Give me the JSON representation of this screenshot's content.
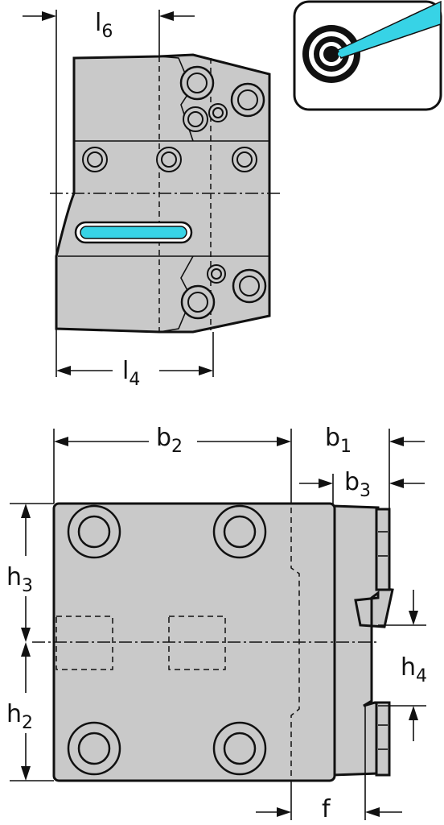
{
  "dimensions": {
    "l6": {
      "base": "l",
      "sub": "6"
    },
    "l4": {
      "base": "l",
      "sub": "4"
    },
    "b2": {
      "base": "b",
      "sub": "2"
    },
    "b1": {
      "base": "b",
      "sub": "1"
    },
    "b3": {
      "base": "b",
      "sub": "3"
    },
    "h3": {
      "base": "h",
      "sub": "3"
    },
    "h2": {
      "base": "h",
      "sub": "2"
    },
    "h4": {
      "base": "h",
      "sub": "4"
    },
    "f": {
      "base": "f",
      "sub": ""
    }
  },
  "icon": {
    "name": "target-icon",
    "beam_color": "#37d3e6",
    "ring_color": "#111111"
  },
  "colors": {
    "body": "#c9c9c9",
    "slot": "#37d3e6",
    "outline": "#111111"
  }
}
